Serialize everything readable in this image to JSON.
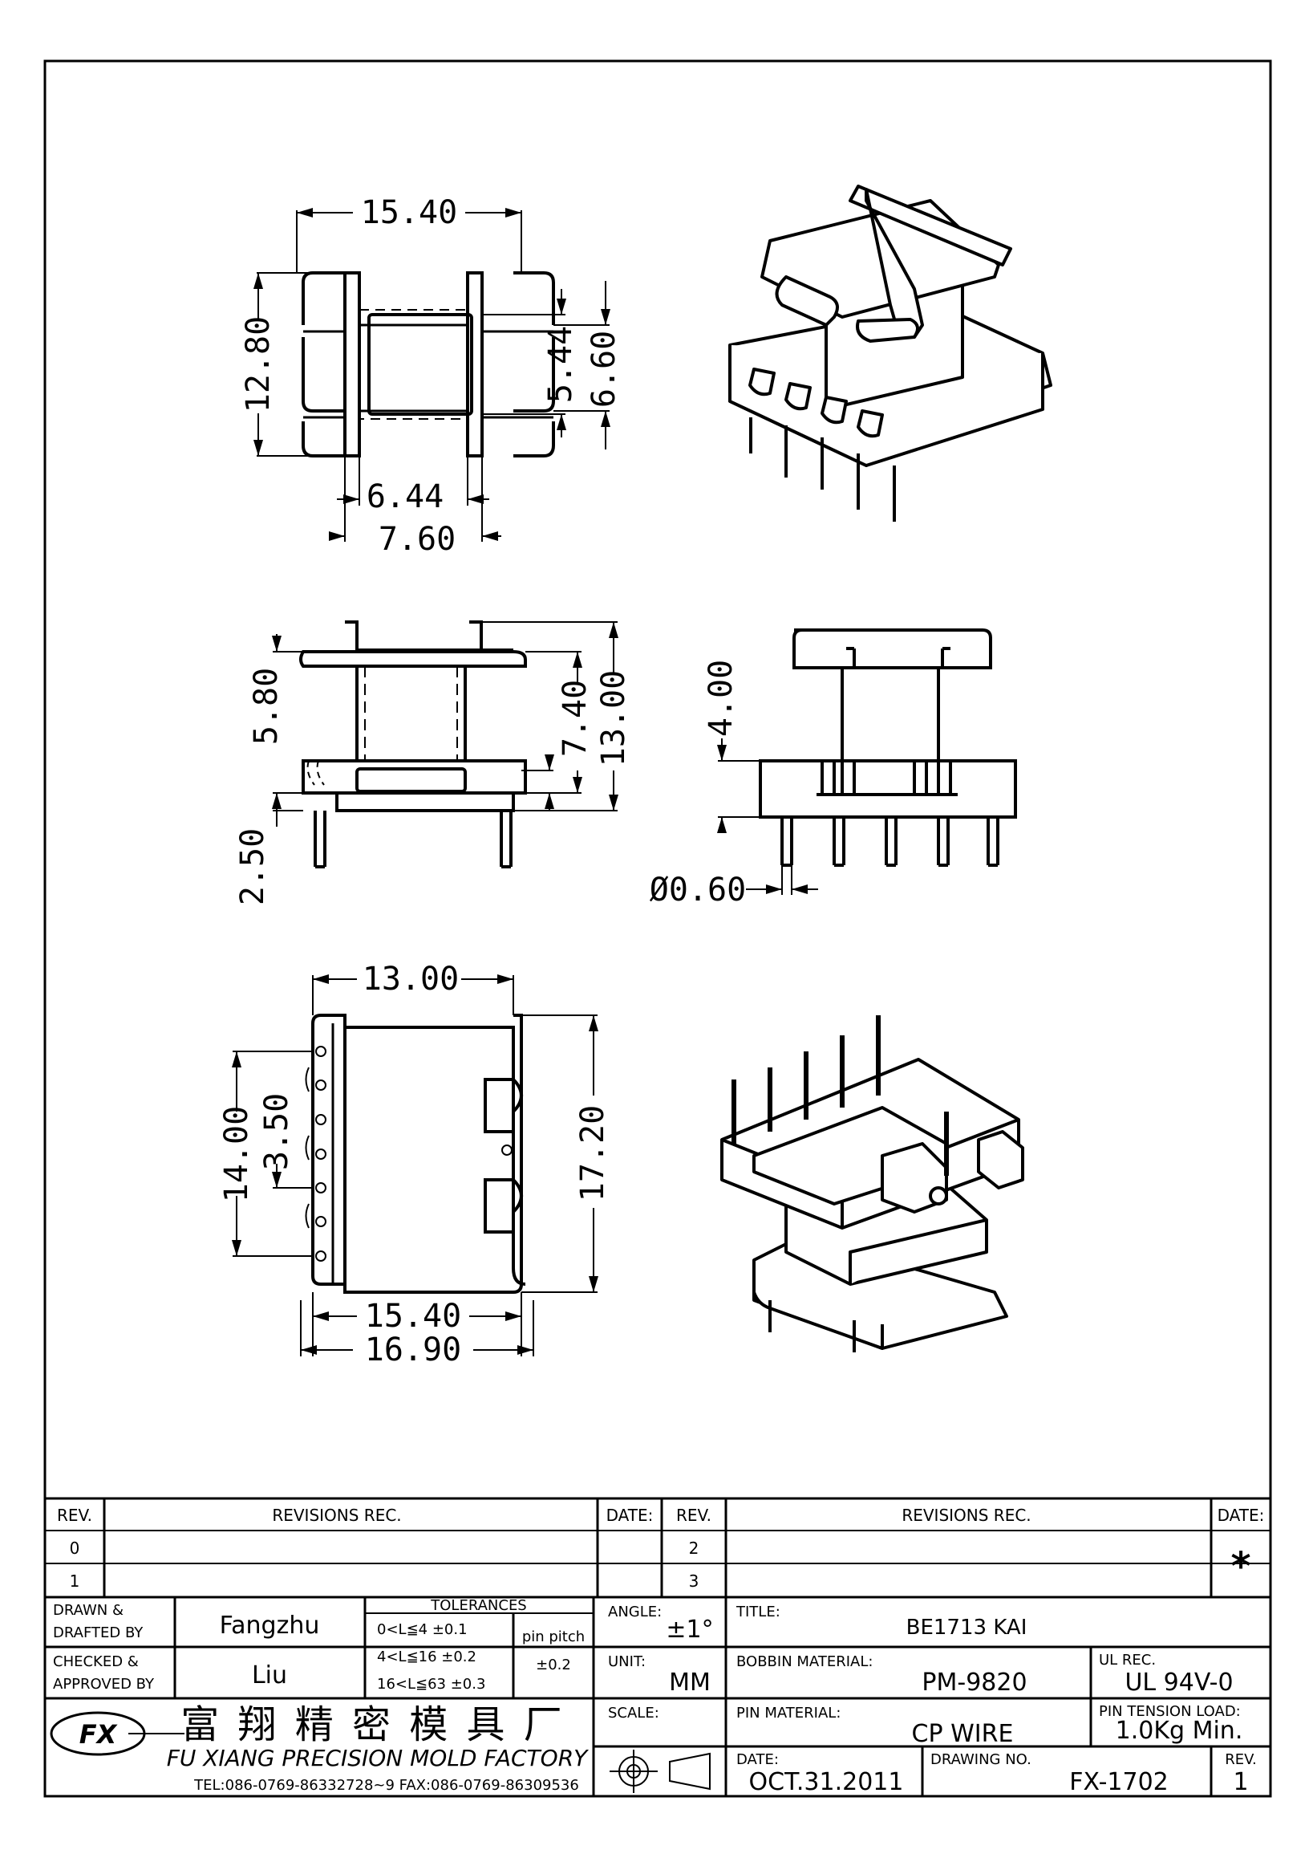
{
  "dimensions": {
    "top_width": "15.40",
    "top_height": "12.80",
    "top_inner_h": "5.44",
    "top_outer_h": "6.60",
    "top_inner_w": "6.44",
    "top_outer_w": "7.60",
    "side_flange": "5.80",
    "side_mid": "7.40",
    "side_total": "13.00",
    "side_pin": "2.50",
    "front_height": "4.00",
    "pin_diameter": "Ø0.60",
    "bottom_width": "13.00",
    "bottom_height": "14.00",
    "bottom_pitch": "3.50",
    "bottom_depth": "17.20",
    "bottom_w1": "15.40",
    "bottom_w2": "16.90"
  },
  "title_block": {
    "rev_header": "REV.",
    "revisions_header": "REVISIONS   REC.",
    "date_header": "DATE:",
    "rev_rows_left": [
      "0",
      "1"
    ],
    "rev_rows_right": [
      "2",
      "3"
    ],
    "star_mark": "*",
    "drawn_label_1": "DRAWN  &",
    "drawn_label_2": "DRAFTED BY",
    "drawn_by": "Fangzhu",
    "checked_label_1": "CHECKED  &",
    "checked_label_2": "APPROVED BY",
    "checked_by": "Liu",
    "tolerances_header": "TOLERANCES",
    "tolerance_rows": [
      "0<L≦4    ±0.1",
      "4<L≦16  ±0.2",
      "16<L≦63  ±0.3"
    ],
    "pin_pitch_label": "pin pitch",
    "pin_pitch_tol": "±0.2",
    "angle_label": "ANGLE:",
    "angle_value": "±1°",
    "unit_label": "UNIT:",
    "unit_value": "MM",
    "scale_label": "SCALE:",
    "title_label": "TITLE:",
    "title_value": "BE1713 KAI",
    "bobbin_label": "BOBBIN MATERIAL:",
    "bobbin_value": "PM-9820",
    "ul_label": "UL REC.",
    "ul_value": "UL 94V-0",
    "pin_material_label": "PIN MATERIAL:",
    "pin_material_value": "CP WIRE",
    "pin_tension_label": "PIN TENSION LOAD:",
    "pin_tension_value": "1.0Kg Min.",
    "date_label": "DATE:",
    "date_value": "OCT.31.2011",
    "drawing_no_label": "DRAWING NO.",
    "drawing_no_value": "FX-1702",
    "rev_label": "REV.",
    "rev_value": "1",
    "company_cn": "富 翔 精 密 模 具 厂",
    "company_en": "FU XIANG PRECISION MOLD FACTORY",
    "company_contact": "TEL:086-0769-86332728~9   FAX:086-0769-86309536",
    "logo_text": "FX"
  }
}
